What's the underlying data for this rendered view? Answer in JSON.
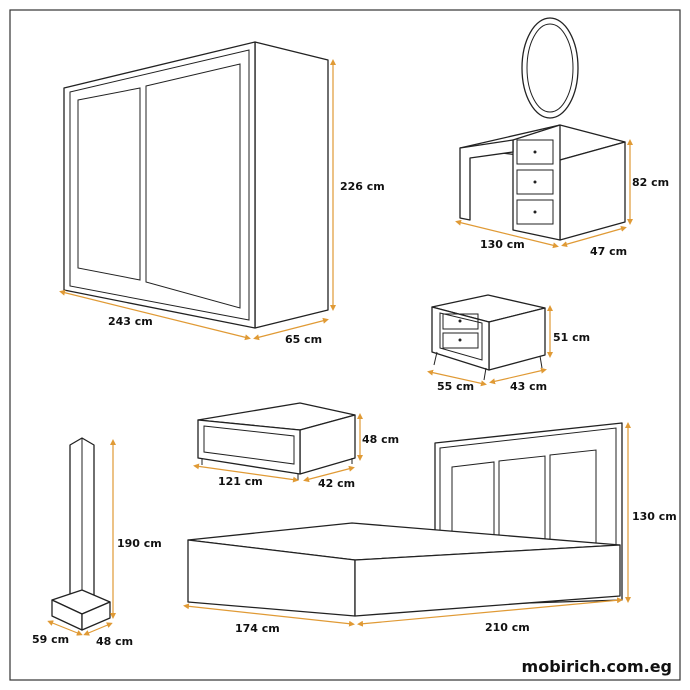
{
  "brand": "mobirich.com.eg",
  "colors": {
    "dimension": "#e09a35",
    "outline": "#222222",
    "background": "#ffffff"
  },
  "wardrobe": {
    "height": "226 cm",
    "width": "243 cm",
    "depth": "65 cm"
  },
  "dressing_table": {
    "height": "82 cm",
    "width": "130 cm",
    "depth": "47 cm"
  },
  "nightstand": {
    "height": "51 cm",
    "width": "55 cm",
    "depth": "43 cm"
  },
  "bench": {
    "height": "48 cm",
    "width": "121 cm",
    "depth": "42 cm"
  },
  "floor_lamp": {
    "height": "190 cm",
    "width": "59 cm",
    "depth": "48 cm"
  },
  "bed": {
    "height": "130 cm",
    "width": "174 cm",
    "length": "210 cm"
  }
}
